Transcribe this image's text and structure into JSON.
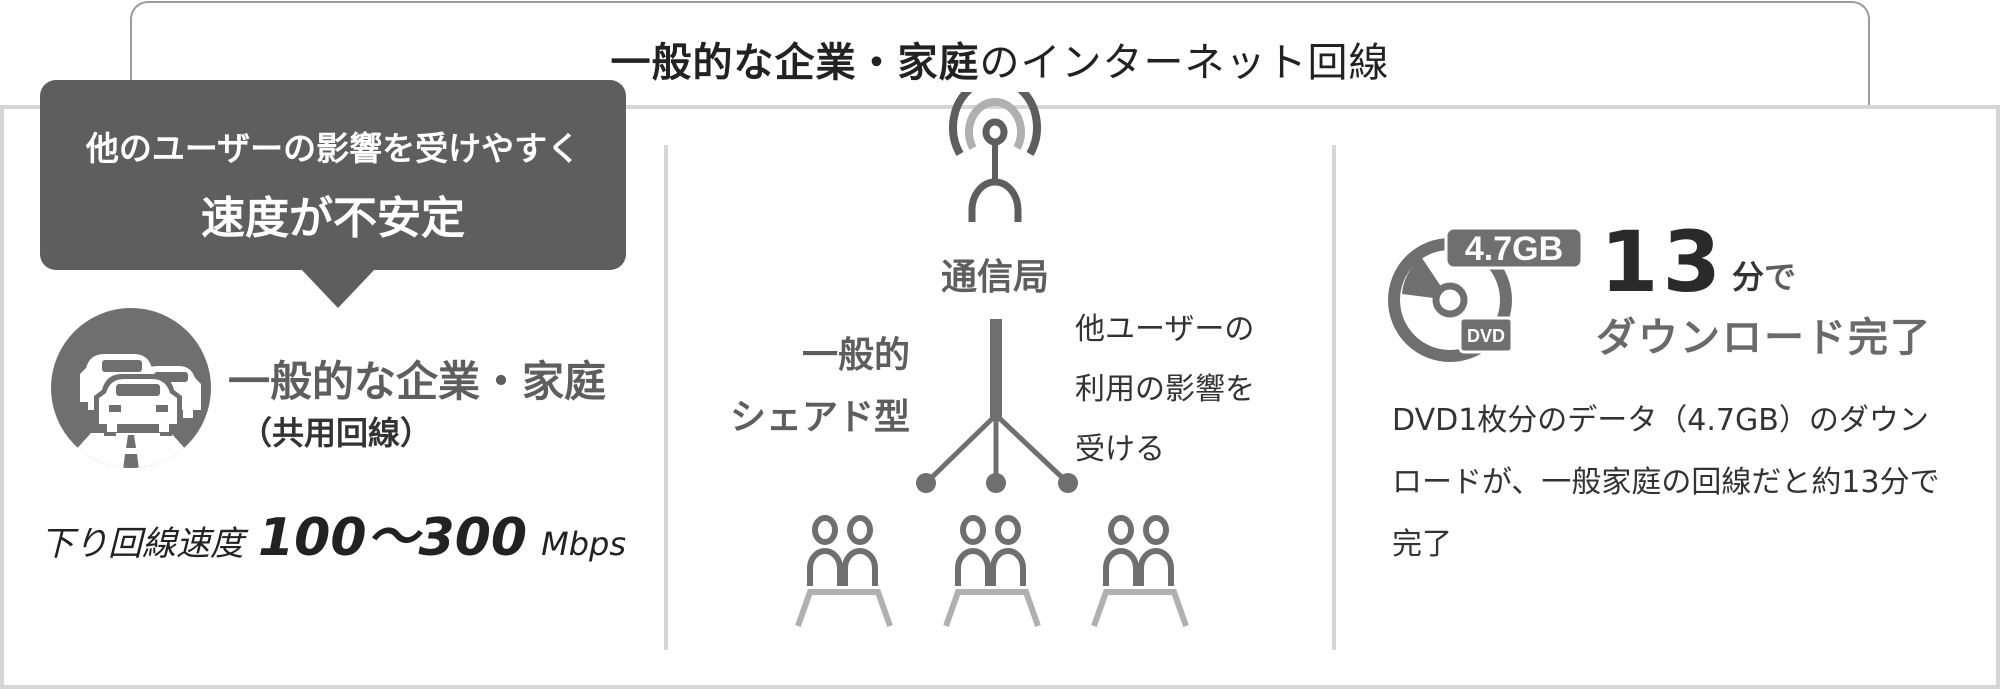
{
  "header": {
    "title_bold": "一般的な企業・家庭",
    "title_light": "のインターネット回線"
  },
  "left": {
    "bubble_line1": "他のユーザーの影響を受けやすく",
    "bubble_line2": "速度が不安定",
    "icon": "traffic-jam-cars-icon",
    "title": "一般的な企業・家庭",
    "subtitle": "（共用回線）",
    "speed_label": "下り回線速度",
    "speed_value": "100〜300",
    "speed_unit": "Mbps"
  },
  "middle": {
    "icon_top": "antenna-icon",
    "station_label": "通信局",
    "type_line1": "一般的",
    "type_line2": "シェアド型",
    "influence_lines": [
      "他ユーザーの",
      "利用の影響を",
      "受ける"
    ],
    "user_groups": 3,
    "user_icon": "people-at-desk-icon"
  },
  "right": {
    "icon": "dvd-disc-icon",
    "badge_size": "4.7GB",
    "badge_label": "DVD",
    "time_number": "13",
    "time_unit": "分",
    "time_suffix": "で",
    "result": "ダウンロード完了",
    "description": "DVD1枚分のデータ（4.7GB）のダウンロードが、一般家庭の回線だと約13分で完了"
  },
  "colors": {
    "dark_gray": "#5e5e5e",
    "mid_gray": "#6f6f6f",
    "light_gray": "#b0b0b0",
    "border": "#d6d6d6"
  }
}
